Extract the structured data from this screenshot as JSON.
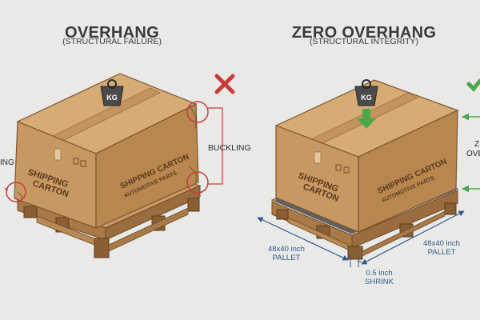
{
  "left_panel": {
    "title": "OVERHANG",
    "subtitle": "(STRUCTURAL FAILURE)",
    "buckling_label": "BUCKLING",
    "left_edge_label": "ING",
    "weight_label": "KG",
    "box_front_text_1": "SHIPPING",
    "box_front_text_2": "CARTON",
    "box_side_text_1": "SHIPPING CARTON",
    "box_side_text_2": "AUTOMOTIVE PARTS"
  },
  "right_panel": {
    "title": "ZERO OVERHANG",
    "subtitle": "(STRUCTURAL INTEGRITY)",
    "weight_label": "KG",
    "box_front_text_1": "SHIPPING",
    "box_front_text_2": "CARTON",
    "box_side_text_1": "SHIPPING CARTON",
    "box_side_text_2": "AUTOMOTIVE PARTS",
    "pallet_left_1": "48x40 inch",
    "pallet_left_2": "PALLET",
    "pallet_right_1": "48x40 inch",
    "pallet_right_2": "PALLET",
    "shrink_1": "0.5 inch",
    "shrink_2": "SHRINK",
    "edge_label_1": "Z",
    "edge_label_2": "OVE"
  },
  "colors": {
    "cardboard_front": "#c99a62",
    "cardboard_side": "#b8874f",
    "cardboard_top": "#d8ac74",
    "pallet": "#b98c5c",
    "fail_red": "#c93b3b",
    "success_green": "#4aa84a",
    "dimension_blue": "#2f5a8a"
  }
}
